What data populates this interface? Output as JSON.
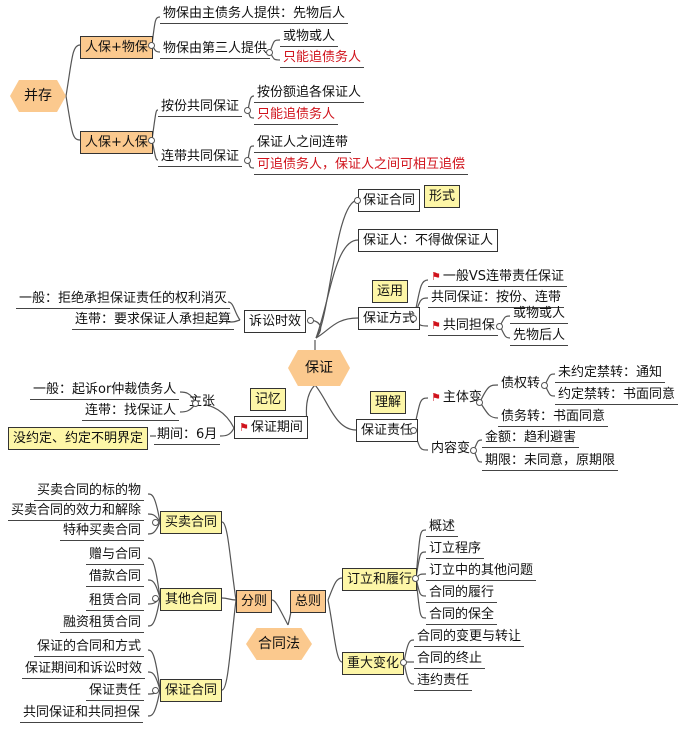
{
  "coexist": {
    "root": "并存",
    "person_property": {
      "label": "人保+物保",
      "debtor_provided": "物保由主债务人提供：先物后人",
      "third_party_provided": "物保由第三人提供",
      "either": "或物或人",
      "only_debtor": "只能追债务人"
    },
    "person_person": {
      "label": "人保+人保",
      "by_share": "按份共同保证",
      "by_share_rule": "按份额追各保证人",
      "by_share_only": "只能追债务人",
      "joint": "连带共同保证",
      "joint_rule": "保证人之间连带",
      "joint_recourse": "可追债务人，保证人之间可相互追偿"
    }
  },
  "guarantee": {
    "center": "保证",
    "contract": "保证合同",
    "form": "形式",
    "guarantor": "保证人：不得做保证人",
    "method": "保证方式",
    "apply": "运用",
    "general_vs_joint": "一般VS连带责任保证",
    "co_guarantee": "共同保证：按份、连带",
    "co_security": "共同担保",
    "either": "或物或人",
    "property_first": "先物后人",
    "litigation": "诉讼时效",
    "general_refuse": "一般：拒绝承担保证责任的权利消灭",
    "joint_start": "连带：要求保证人承担起算",
    "memory": "记忆",
    "period": "保证期间",
    "claim": "主张",
    "general_sue": "一般：起诉or仲裁债务人",
    "joint_find": "连带：找保证人",
    "no_agreement": "没约定、约定不明界定",
    "period_len": "期间：6月",
    "liability": "保证责任",
    "understand": "理解",
    "subject_change": "主体变",
    "creditor_transfer": "债权转",
    "not_prohibited": "未约定禁转：通知",
    "prohibited": "约定禁转：书面同意",
    "debt_transfer": "债务转：书面同意",
    "content_change": "内容变",
    "amount": "金额：趋利避害",
    "term": "期限：未同意，原期限"
  },
  "contract_law": {
    "root": "合同法",
    "specific": "分则",
    "general": "总则",
    "sale": {
      "label": "买卖合同",
      "items": [
        "买卖合同的标的物",
        "买卖合同的效力和解除",
        "特种买卖合同"
      ]
    },
    "other": {
      "label": "其他合同",
      "items": [
        "赠与合同",
        "借款合同",
        "租赁合同",
        "融资租赁合同"
      ]
    },
    "guarantee": {
      "label": "保证合同",
      "items": [
        "保证的合同和方式",
        "保证期间和诉讼时效",
        "保证责任",
        "共同保证和共同担保"
      ]
    },
    "formation": {
      "label": "订立和履行",
      "items": [
        "概述",
        "订立程序",
        "订立中的其他问题",
        "合同的履行",
        "合同的保全"
      ]
    },
    "major_change": {
      "label": "重大变化",
      "items": [
        "合同的变更与转让",
        "合同的终止",
        "违约责任"
      ]
    }
  },
  "colors": {
    "orange": "#fbc98e",
    "yellow": "#fdf6a7",
    "red": "#d0121b",
    "line": "#444444"
  }
}
